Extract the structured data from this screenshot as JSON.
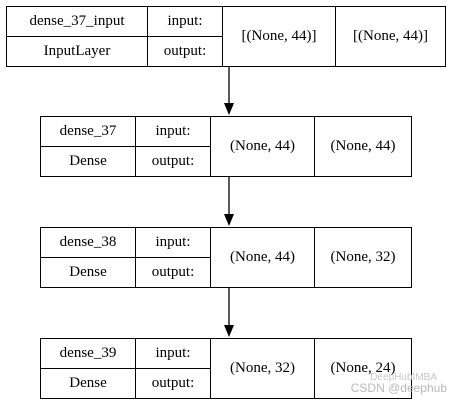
{
  "layers": [
    {
      "name": "dense_37_input",
      "type": "InputLayer",
      "input_label": "input:",
      "output_label": "output:",
      "input_shape": "[(None, 44)]",
      "output_shape": "[(None, 44)]"
    },
    {
      "name": "dense_37",
      "type": "Dense",
      "input_label": "input:",
      "output_label": "output:",
      "input_shape": "(None, 44)",
      "output_shape": "(None, 44)"
    },
    {
      "name": "dense_38",
      "type": "Dense",
      "input_label": "input:",
      "output_label": "output:",
      "input_shape": "(None, 44)",
      "output_shape": "(None, 32)"
    },
    {
      "name": "dense_39",
      "type": "Dense",
      "input_label": "input:",
      "output_label": "output:",
      "input_shape": "(None, 32)",
      "output_shape": "(None, 24)"
    }
  ],
  "watermark": {
    "top": "DeepHubIMBA",
    "bottom": "CSDN @deephub"
  }
}
